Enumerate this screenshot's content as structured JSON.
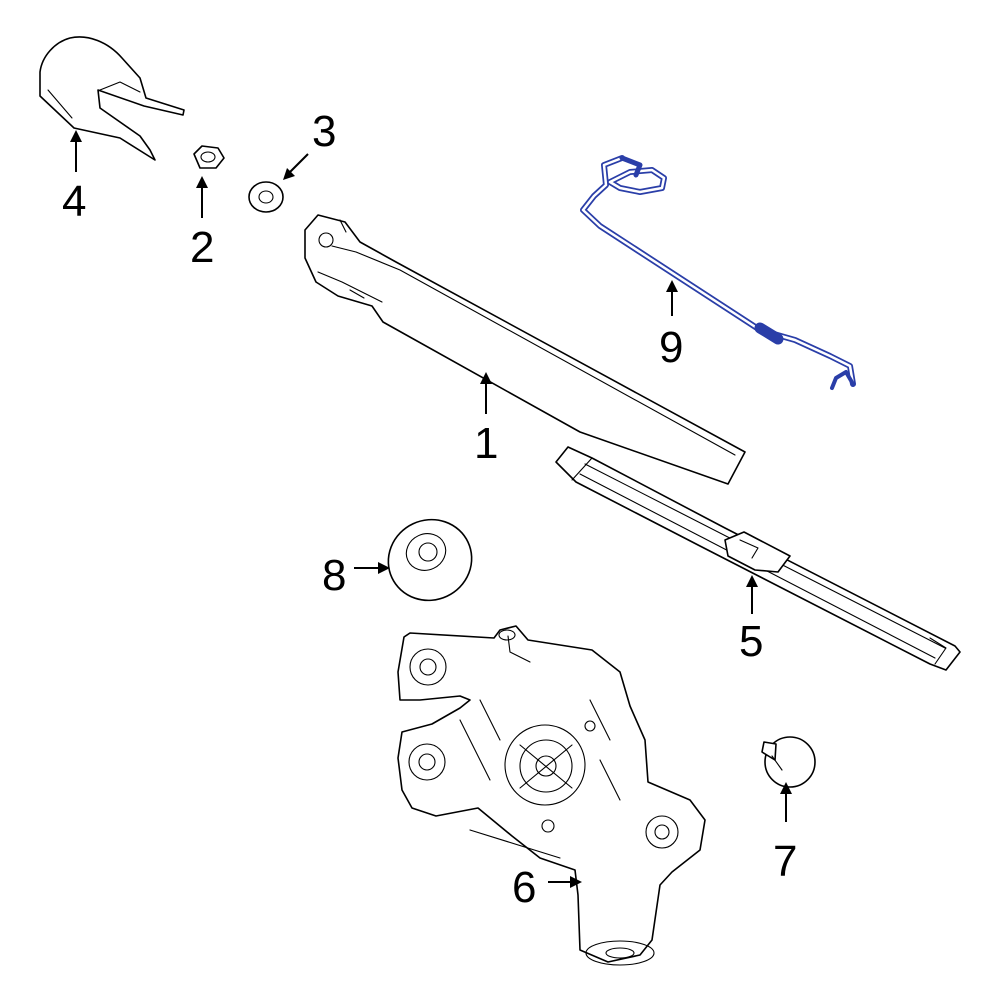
{
  "colors": {
    "highlight": "#2a3ea8",
    "line": "#000000",
    "background": "#ffffff"
  },
  "callouts": [
    "1",
    "2",
    "3",
    "4",
    "5",
    "6",
    "7",
    "8",
    "9"
  ]
}
